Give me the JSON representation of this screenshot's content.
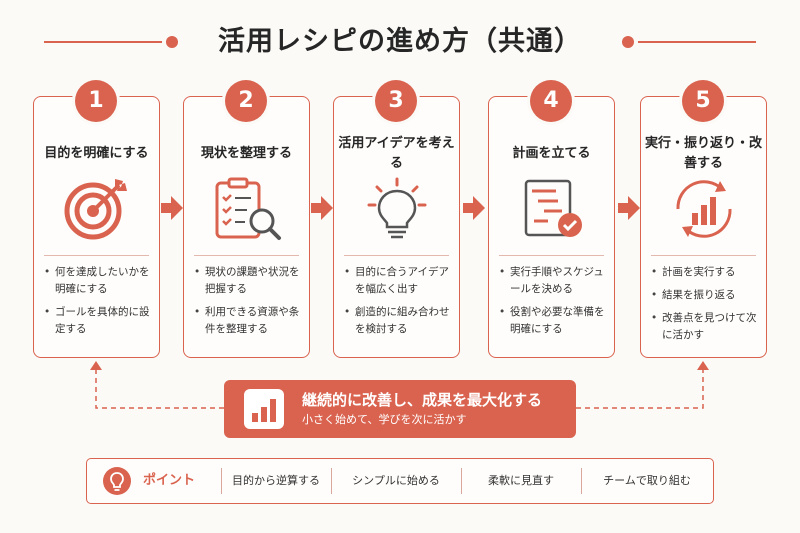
{
  "title": "活用レシピの進め方（共通）",
  "steps": [
    {
      "number": "1",
      "title": "目的を明確にする",
      "bullets": [
        "何を達成したいかを明確にする",
        "ゴールを具体的に設定する"
      ]
    },
    {
      "number": "2",
      "title": "現状を整理する",
      "bullets": [
        "現状の課題や状況を把握する",
        "利用できる資源や条件を整理する"
      ]
    },
    {
      "number": "3",
      "title": "活用アイデアを考える",
      "bullets": [
        "目的に合うアイデアを幅広く出す",
        "創造的に組み合わせを検討する"
      ]
    },
    {
      "number": "4",
      "title": "計画を立てる",
      "bullets": [
        "実行手順やスケジュールを決める",
        "役割や必要な準備を明確にする"
      ]
    },
    {
      "number": "5",
      "title": "実行・振り返り・改善する",
      "bullets": [
        "計画を実行する",
        "結果を振り返る",
        "改善点を見つけて次に活かす"
      ]
    }
  ],
  "loop": {
    "main": "継続的に改善し、成果を最大化する",
    "sub": "小さく始めて、学びを次に活かす"
  },
  "point": {
    "label": "ポイント",
    "items": [
      "目的から逆算する",
      "シンプルに始める",
      "柔軟に見直す",
      "チームで取り組む"
    ]
  },
  "colors": {
    "accent": "#d9634f",
    "background": "#fbfaf7"
  },
  "icons": [
    "target-icon",
    "clipboard-search-icon",
    "lightbulb-icon",
    "gantt-checklist-icon",
    "cycle-chart-icon",
    "bar-chart-icon",
    "lightbulb-icon"
  ]
}
